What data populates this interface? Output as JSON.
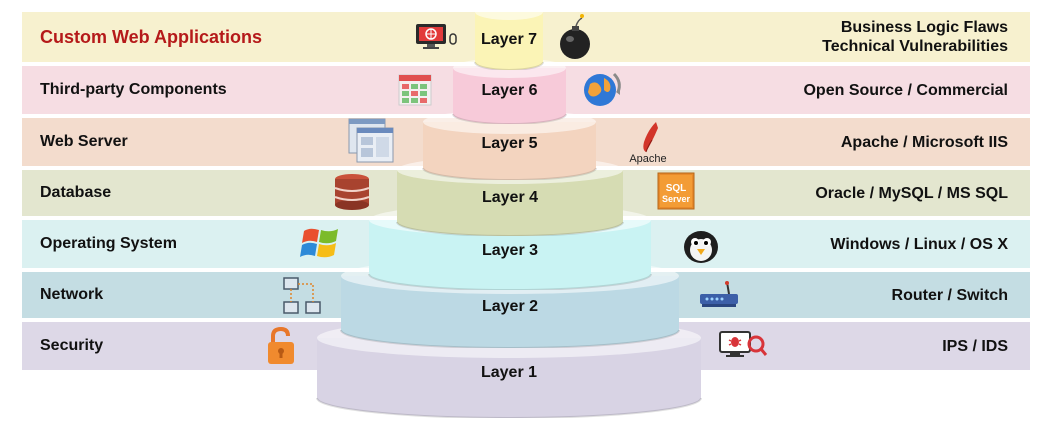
{
  "layers": [
    {
      "label": "Layer 7",
      "left": "Custom Web Applications",
      "right_lines": [
        "Business Logic Flaws",
        "Technical Vulnerabilities"
      ],
      "band_color": "#f7f1cf",
      "tier_color": "#fbf4b6"
    },
    {
      "label": "Layer 6",
      "left": "Third-party Components",
      "right_lines": [
        "Open Source / Commercial"
      ],
      "band_color": "#f6dde3",
      "tier_color": "#f7cad9"
    },
    {
      "label": "Layer 5",
      "left": "Web Server",
      "right_lines": [
        "Apache / Microsoft IIS"
      ],
      "band_color": "#f3dccd",
      "tier_color": "#f3d4bf"
    },
    {
      "label": "Layer 4",
      "left": "Database",
      "right_lines": [
        "Oracle / MySQL / MS SQL"
      ],
      "band_color": "#e3e6cf",
      "tier_color": "#d6dcb3"
    },
    {
      "label": "Layer 3",
      "left": "Operating System",
      "right_lines": [
        "Windows / Linux / OS X"
      ],
      "band_color": "#dbf1f1",
      "tier_color": "#c9f3f3"
    },
    {
      "label": "Layer 2",
      "left": "Network",
      "right_lines": [
        "Router / Switch"
      ],
      "band_color": "#c4dde3",
      "tier_color": "#bcd9e4"
    },
    {
      "label": "Layer 1",
      "left": "Security",
      "right_lines": [
        "IPS / IDS"
      ],
      "band_color": "#ddd8e7",
      "tier_color": "#d8d3e4"
    }
  ],
  "icons": {
    "apache_text": "Apache",
    "sql_text_1": "SQL",
    "sql_text_2": "Server"
  }
}
